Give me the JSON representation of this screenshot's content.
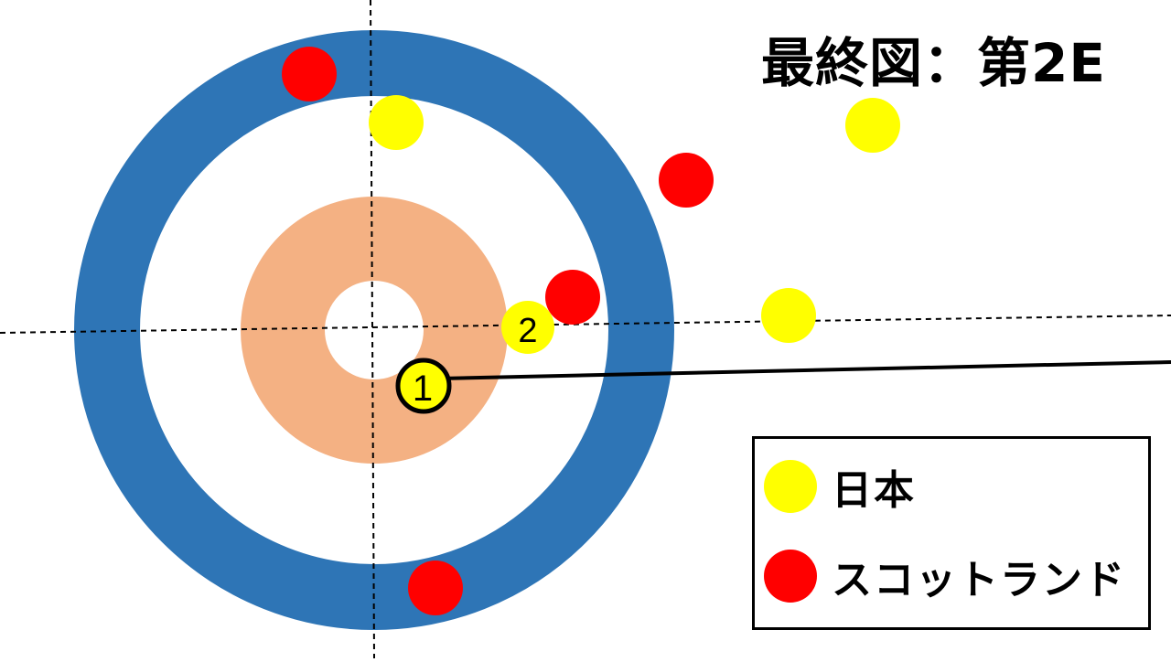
{
  "title": "最終図：第2E",
  "colors": {
    "house_outer_ring": "#2e75b6",
    "house_inner_ring": "#f4b183",
    "background": "#ffffff",
    "japan_stone": "#ffff00",
    "scotland_stone": "#ff0000",
    "guide_line": "#000000"
  },
  "legend": {
    "items": [
      {
        "label": "日本",
        "color": "#ffff00"
      },
      {
        "label": "スコットランド",
        "color": "#ff0000"
      }
    ]
  },
  "stones": [
    {
      "team": "scotland",
      "label": ""
    },
    {
      "team": "japan",
      "label": ""
    },
    {
      "team": "japan",
      "label": ""
    },
    {
      "team": "scotland",
      "label": ""
    },
    {
      "team": "scotland",
      "label": ""
    },
    {
      "team": "japan",
      "label": "2"
    },
    {
      "team": "japan",
      "label": ""
    },
    {
      "team": "japan",
      "label": "1",
      "highlighted": true
    },
    {
      "team": "scotland",
      "label": ""
    }
  ]
}
